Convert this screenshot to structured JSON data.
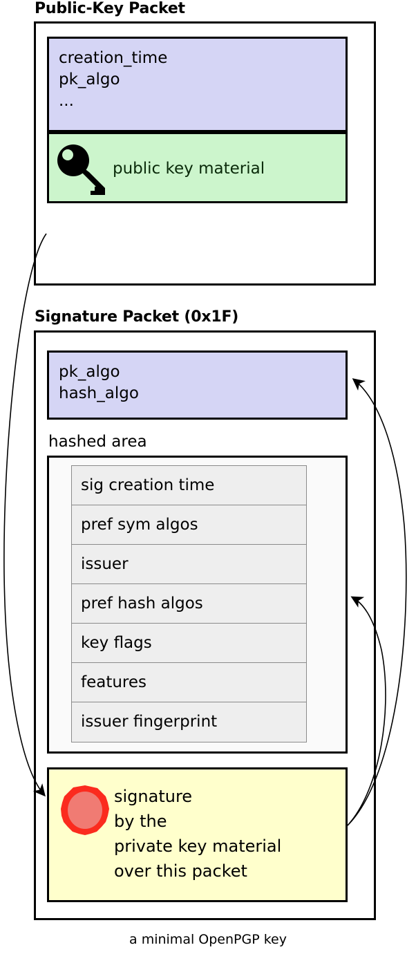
{
  "diagram": {
    "caption": "a minimal OpenPGP key",
    "colors": {
      "lavender": "#d5d5f5",
      "green": "#ccf5cc",
      "yellow": "#ffffcc",
      "subpacket_gray": "#eeeeee",
      "hashed_area_bg": "#fafafa",
      "seal_outer": "#fb2b1e",
      "seal_inner": "#f07b73",
      "border": "#000000"
    }
  },
  "public_key_packet": {
    "title": "Public-Key Packet",
    "fields_text": "creation_time\npk_algo\n...",
    "material": {
      "icon": "key-icon",
      "label": "public key material"
    }
  },
  "signature_packet": {
    "title": "Signature Packet (0x1F)",
    "fields_text": "pk_algo\nhash_algo",
    "hashed_area": {
      "label": "hashed area",
      "subpackets": [
        "sig creation time",
        "pref sym algos",
        "issuer",
        "pref hash algos",
        "key flags",
        "features",
        "issuer fingerprint"
      ]
    },
    "signature": {
      "icon": "wax-seal-icon",
      "text": "signature\nby the\nprivate key material\nover this packet"
    }
  },
  "arrows": [
    {
      "name": "public-key-to-signature",
      "from": "public-key-packet",
      "to": "signature-block",
      "direction": "down-left-curve"
    },
    {
      "name": "signature-to-sig-fields",
      "from": "signature-block",
      "to": "signature-packet-fields",
      "direction": "up-right-curve"
    },
    {
      "name": "signature-to-hashed-area",
      "from": "signature-block",
      "to": "hashed-area",
      "direction": "up-right-curve"
    }
  ]
}
